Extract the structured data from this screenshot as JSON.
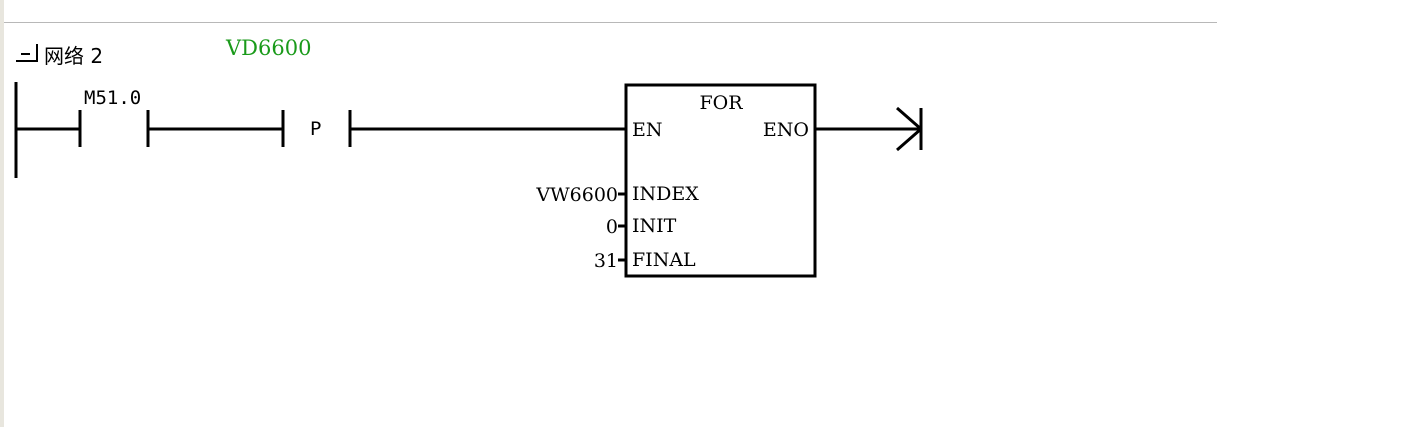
{
  "network": {
    "title": "网络 2",
    "comment": "VD6600",
    "toggle_icon": "collapse-minus-icon"
  },
  "contact": {
    "address": "M51.0",
    "type": "normally-open"
  },
  "edge": {
    "label": "P"
  },
  "block": {
    "name": "FOR",
    "en_label": "EN",
    "eno_label": "ENO",
    "inputs": [
      {
        "pin": "INDEX",
        "value": "VW6600"
      },
      {
        "pin": "INIT",
        "value": "0"
      },
      {
        "pin": "FINAL",
        "value": "31"
      }
    ]
  },
  "colors": {
    "wire": "#000000",
    "comment": "#1a9a1a"
  }
}
